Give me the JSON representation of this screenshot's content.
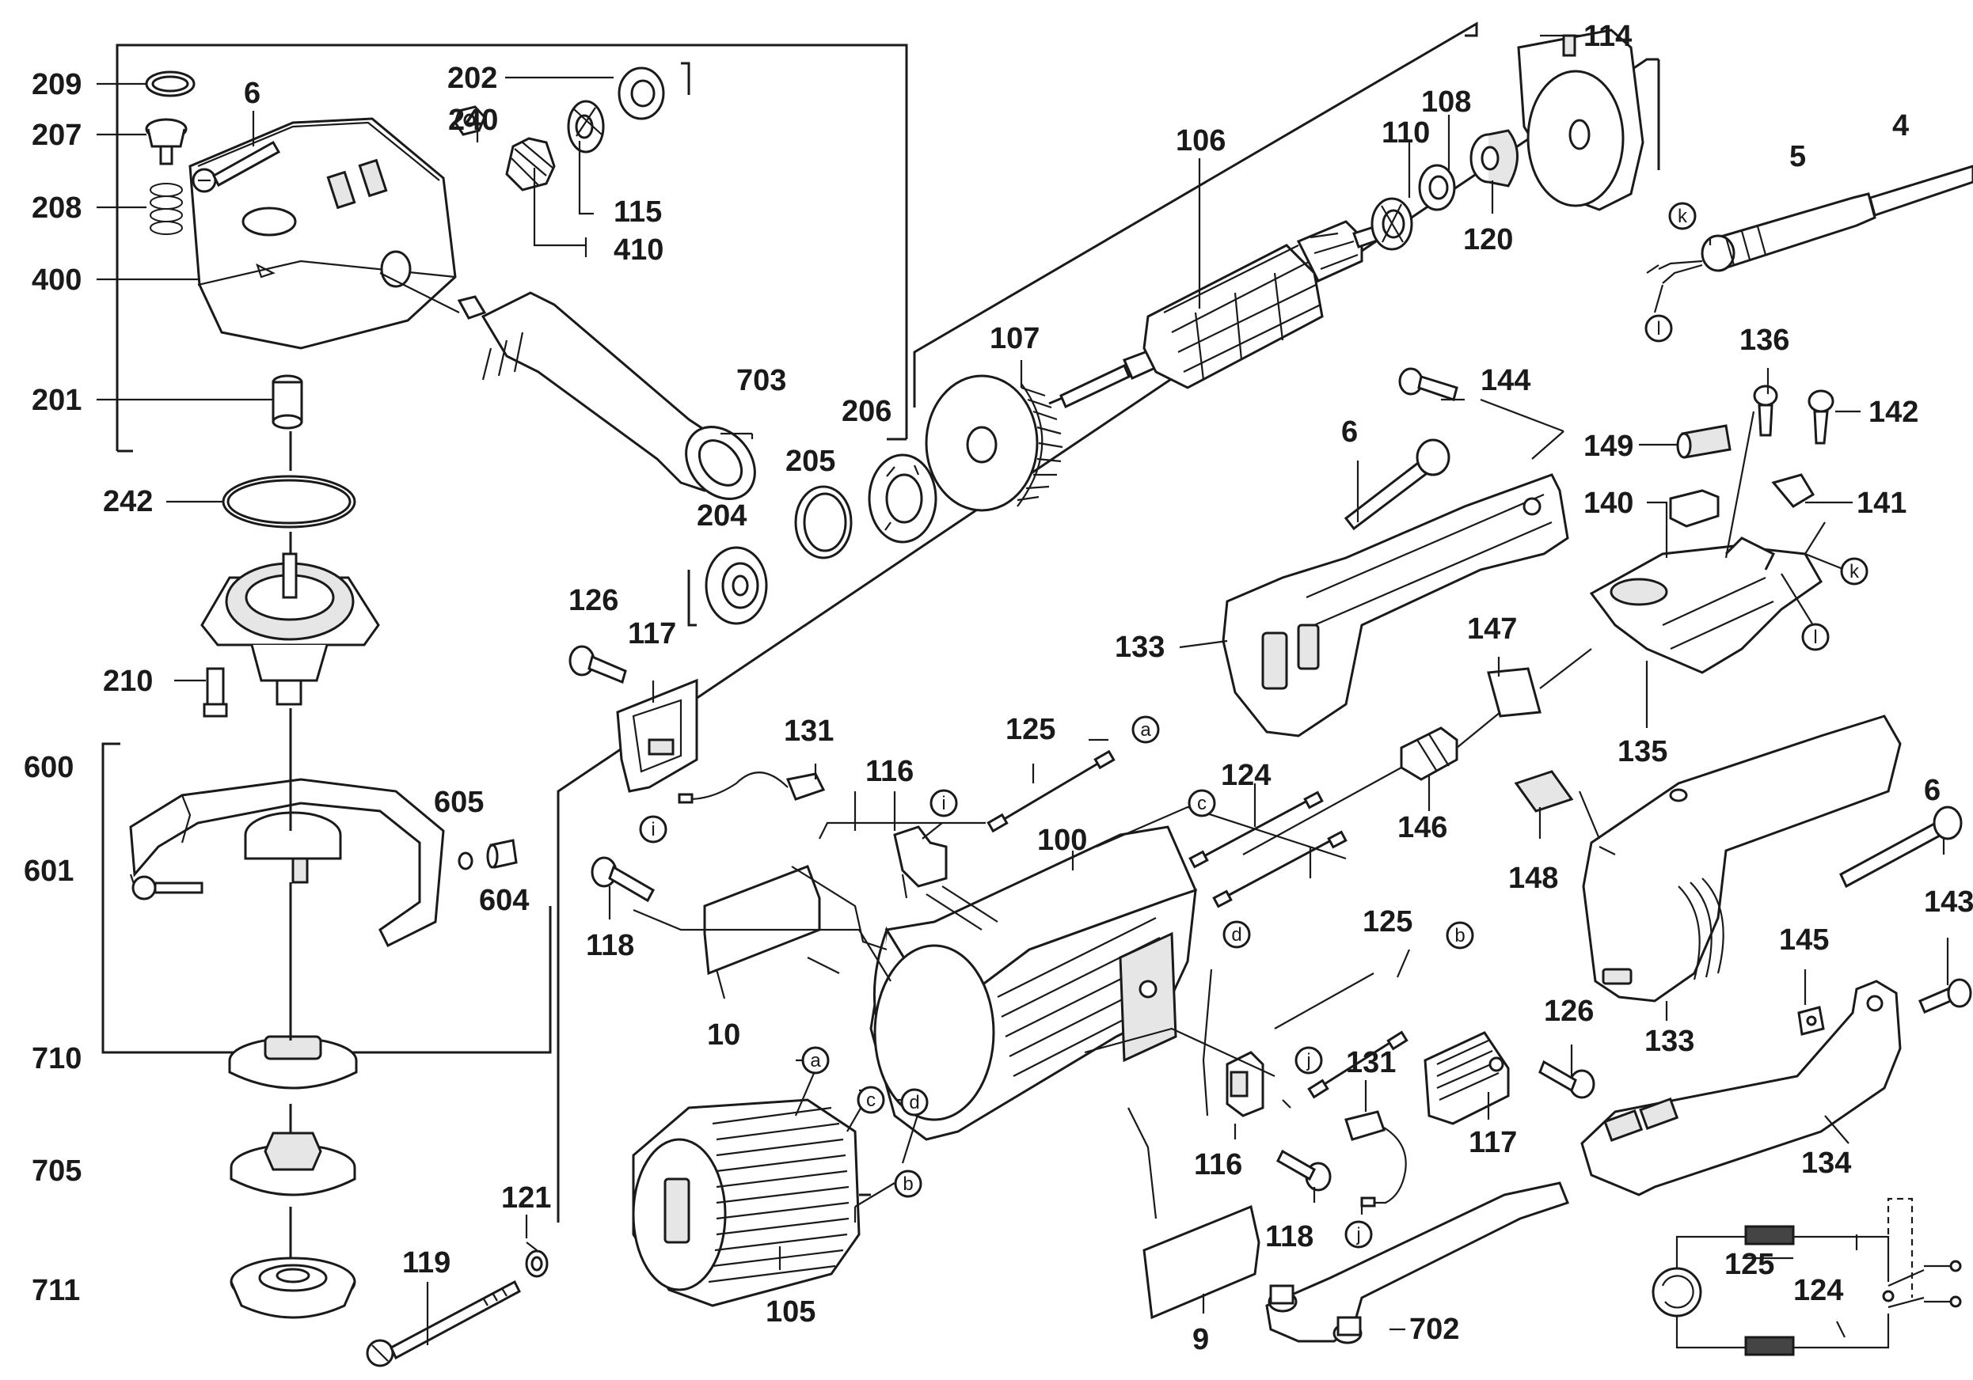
{
  "diagram": {
    "part_numbers": [
      "209",
      "207",
      "208",
      "400",
      "201",
      "242",
      "210",
      "6",
      "202",
      "240",
      "115",
      "410",
      "703",
      "204",
      "205",
      "206",
      "106",
      "110",
      "108",
      "120",
      "114",
      "107",
      "5",
      "4",
      "144",
      "136",
      "142",
      "149",
      "140",
      "141",
      "6",
      "133",
      "126",
      "117",
      "131",
      "125",
      "116",
      "100",
      "124",
      "146",
      "147",
      "135",
      "600",
      "601",
      "605",
      "604",
      "118",
      "10",
      "710",
      "705",
      "711",
      "121",
      "119",
      "105",
      "125",
      "116",
      "118",
      "131",
      "117",
      "9",
      "702",
      "148",
      "6",
      "143",
      "145",
      "133",
      "126",
      "134",
      "125",
      "124"
    ],
    "connector_letters": [
      "k",
      "l",
      "k",
      "l",
      "a",
      "i",
      "i",
      "c",
      "d",
      "a",
      "c",
      "d",
      "b",
      "b",
      "j",
      "j"
    ]
  }
}
